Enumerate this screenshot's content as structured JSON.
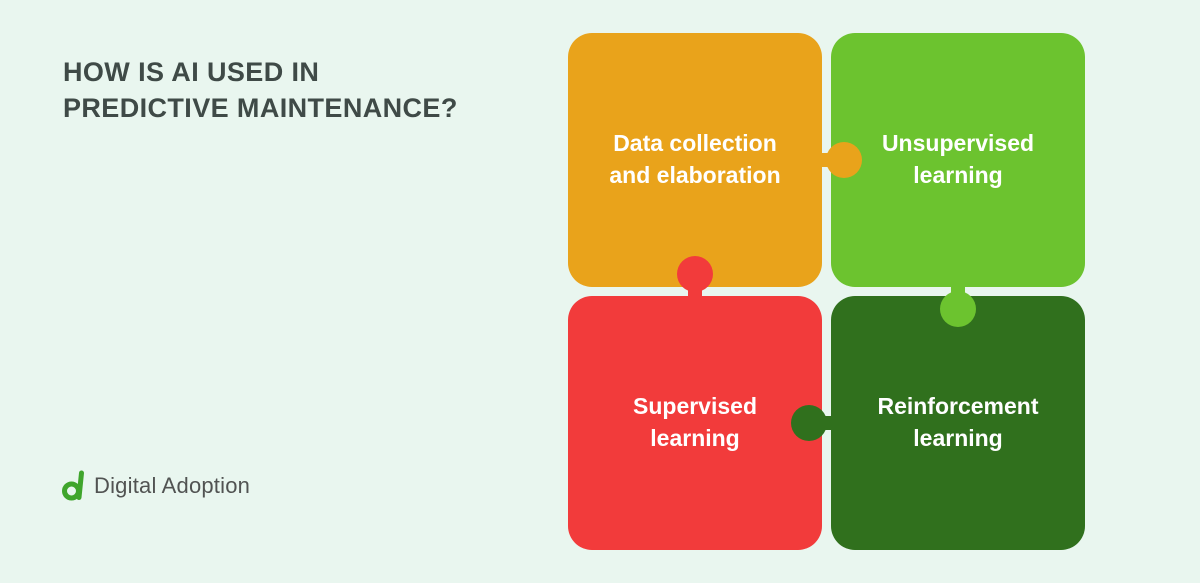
{
  "page": {
    "background_color": "#e9f6ef"
  },
  "header": {
    "title_lines": [
      "HOW IS AI USED IN",
      "PREDICTIVE MAINTENANCE?"
    ],
    "title_color": "#3f4a47"
  },
  "brand": {
    "name": "Digital Adoption",
    "icon": "digital-adoption-d-icon",
    "icon_color": "#3fa52c",
    "text_color": "#515352"
  },
  "diagram": {
    "type": "puzzle-grid-2x2",
    "label_text_color": "#ffffff",
    "pieces": [
      {
        "id": "data-collection-and-elaboration",
        "label": "Data collection and elaboration",
        "color": "#e9a31b",
        "tab_side": "right"
      },
      {
        "id": "unsupervised-learning",
        "label": "Unsupervised learning",
        "color": "#6cc32f",
        "tab_side": "bottom"
      },
      {
        "id": "supervised-learning",
        "label": "Supervised learning",
        "color": "#f23b3b",
        "tab_side": "top"
      },
      {
        "id": "reinforcement-learning",
        "label": "Reinforcement learning",
        "color": "#30701d",
        "tab_side": "left"
      }
    ]
  }
}
